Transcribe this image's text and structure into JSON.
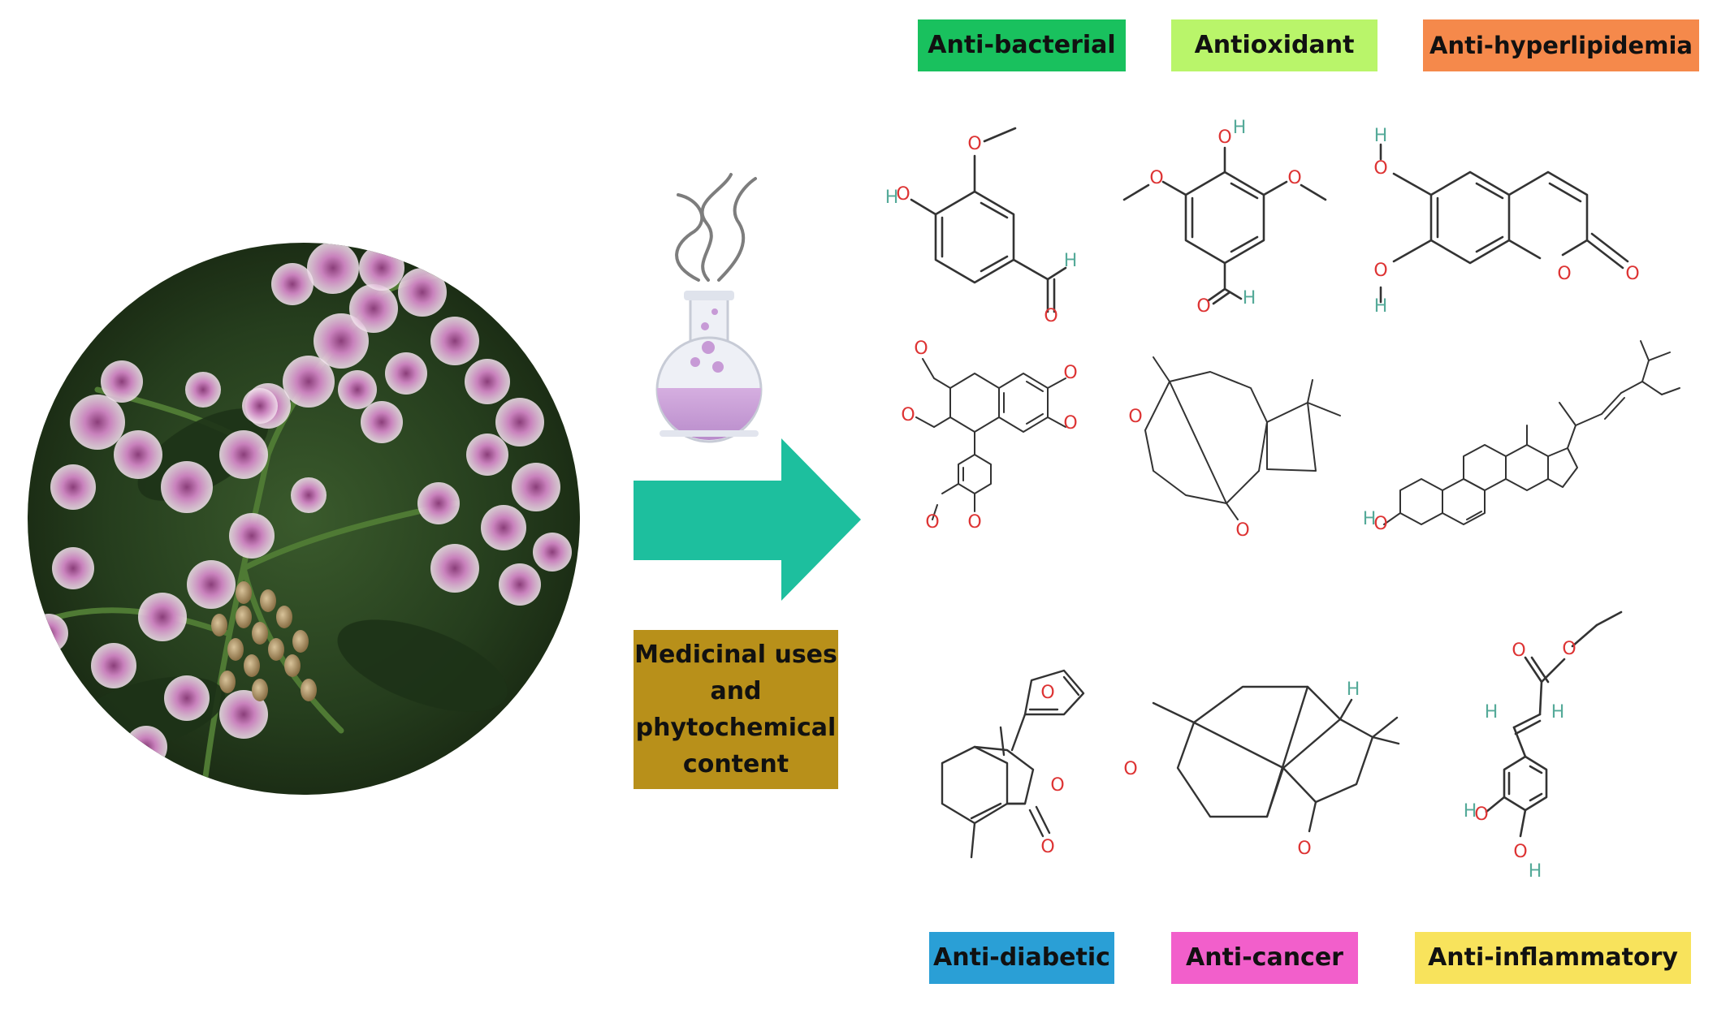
{
  "center_label": {
    "lines": [
      "Medicinal uses",
      "and",
      "phytochemical",
      "content"
    ],
    "color": "#b8901a"
  },
  "arrow": {
    "color": "#1dbf9e"
  },
  "tags": {
    "antibacterial": {
      "label": "Anti-bacterial",
      "color": "#19c15e"
    },
    "antioxidant": {
      "label": "Antioxidant",
      "color": "#b9f56a"
    },
    "antihyperlipidemia": {
      "label": "Anti-hyperlipidemia",
      "color": "#f5894b"
    },
    "antidiabetic": {
      "label": "Anti-diabetic",
      "color": "#2a9fd6"
    },
    "anticancer": {
      "label": "Anti-cancer",
      "color": "#f25fcb"
    },
    "antiinflammatory": {
      "label": "Anti-inflammatory",
      "color": "#f8e35c"
    }
  },
  "illustrations": {
    "plant_photo": "flowering-plant-photo",
    "flask": "flask-with-vapor-icon"
  },
  "atom_labels": {
    "O": "O",
    "H": "H"
  }
}
